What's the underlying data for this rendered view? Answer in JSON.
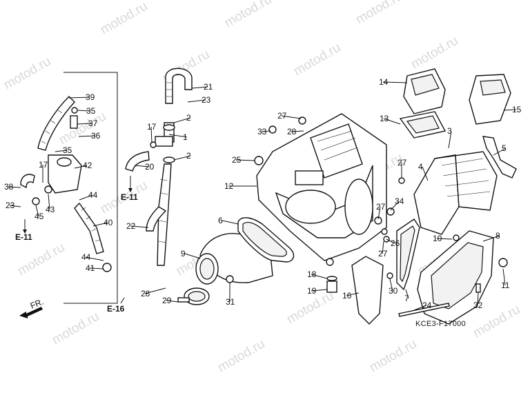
{
  "watermark": "motod.ru",
  "diagram_code": "KCE3-F17000",
  "front_label": "FR.",
  "section_refs": [
    "E-11",
    "E-11",
    "E-16"
  ],
  "callouts": [
    "1",
    "2",
    "2",
    "3",
    "4",
    "5",
    "6",
    "7",
    "8",
    "9",
    "10",
    "11",
    "12",
    "13",
    "14",
    "15",
    "16",
    "17",
    "17",
    "18",
    "19",
    "20",
    "21",
    "22",
    "23",
    "23",
    "24",
    "25",
    "26",
    "27",
    "27",
    "27",
    "27",
    "28",
    "28",
    "29",
    "30",
    "31",
    "32",
    "33",
    "34",
    "35",
    "35",
    "36",
    "37",
    "38",
    "39",
    "40",
    "41",
    "42",
    "43",
    "44",
    "44",
    "45"
  ]
}
